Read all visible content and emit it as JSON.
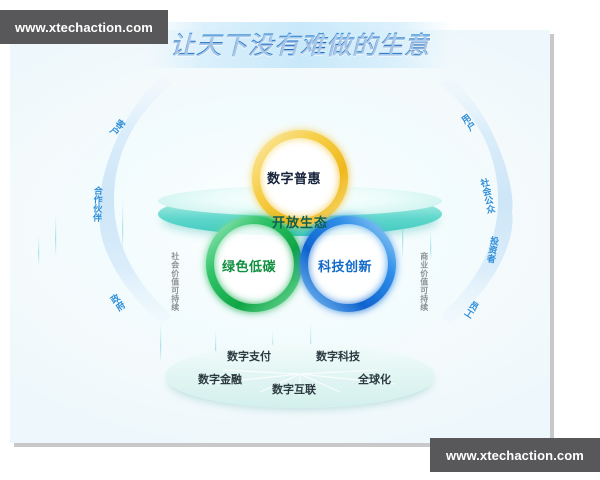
{
  "watermarks": {
    "top": "www.xtechaction.com",
    "bottom": "www.xtechaction.com"
  },
  "slogan": "让天下没有难做的生意",
  "stakeholders": {
    "left": [
      {
        "id": "customers",
        "label": "客户"
      },
      {
        "id": "partners",
        "label": "合作伙伴"
      },
      {
        "id": "government",
        "label": "政府"
      }
    ],
    "right": [
      {
        "id": "users",
        "label": "用户"
      },
      {
        "id": "public",
        "label": "社会公众"
      },
      {
        "id": "investors",
        "label": "投资者"
      },
      {
        "id": "employees",
        "label": "员工"
      }
    ]
  },
  "side_captions": {
    "left": "社会价值可持续",
    "right": "商业价值可持续"
  },
  "venn": {
    "top": {
      "label": "数字普惠",
      "color": "#f2c230",
      "text_color": "#14223a"
    },
    "bottom_left": {
      "label": "绿色低碳",
      "color": "#16b254",
      "text_color": "#0f8f3f"
    },
    "bottom_right": {
      "label": "科技创新",
      "color": "#1a7ee0",
      "text_color": "#1169c9"
    }
  },
  "ecosystem": {
    "label": "开放生态",
    "color": "#3fc9bd",
    "text_color": "#0f5f4f"
  },
  "pillars": [
    {
      "id": "digital-payment",
      "label": "数字支付"
    },
    {
      "id": "digital-tech",
      "label": "数字科技"
    },
    {
      "id": "digital-finance",
      "label": "数字金融"
    },
    {
      "id": "digital-connect",
      "label": "数字互联"
    },
    {
      "id": "globalization",
      "label": "全球化"
    }
  ],
  "palette": {
    "background": "#ffffff",
    "canvas_tint": "#f2fafd",
    "arc_blue": "#d8ecfa",
    "label_blue": "#2f8fd9",
    "caption_gray": "#8d9396",
    "watermark_bg": "#58585a"
  }
}
